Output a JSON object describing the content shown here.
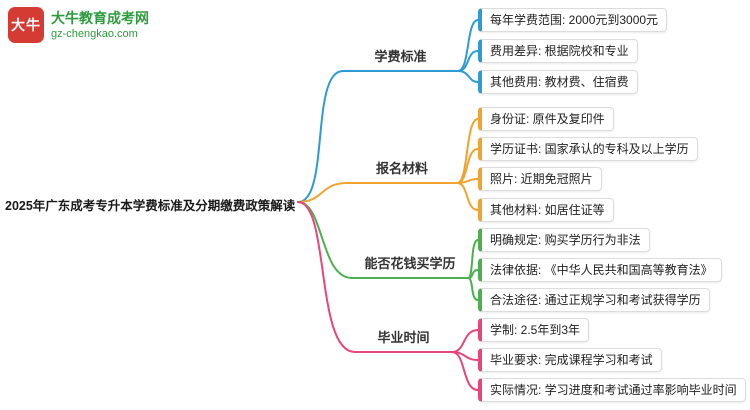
{
  "logo": {
    "seal_text": "大牛",
    "site_name": "大牛教育成考网",
    "site_url": "gz-chengkao.com"
  },
  "root": {
    "label": "2025年广东成考专升本学费标准及分期缴费政策解读"
  },
  "branches": [
    {
      "label": "学费标准",
      "color": "#2e9bd5",
      "children": [
        "每年学费范围: 2000元到3000元",
        "费用差异: 根据院校和专业",
        "其他费用: 教材费、住宿费"
      ]
    },
    {
      "label": "报名材料",
      "color": "#f0a32f",
      "children": [
        "身份证: 原件及复印件",
        "学历证书: 国家承认的专科及以上学历",
        "照片: 近期免冠照片",
        "其他材料: 如居住证等"
      ]
    },
    {
      "label": "能否花钱买学历",
      "color": "#4caf50",
      "children": [
        "明确规定: 购买学历行为非法",
        "法律依据: 《中华人民共和国高等教育法》",
        "合法途径: 通过正规学习和考试获得学历"
      ]
    },
    {
      "label": "毕业时间",
      "color": "#e8457c",
      "children": [
        "学制: 2.5年到3年",
        "毕业要求: 完成课程学习和考试",
        "实际情况: 学习进度和考试通过率影响毕业时间"
      ]
    }
  ]
}
